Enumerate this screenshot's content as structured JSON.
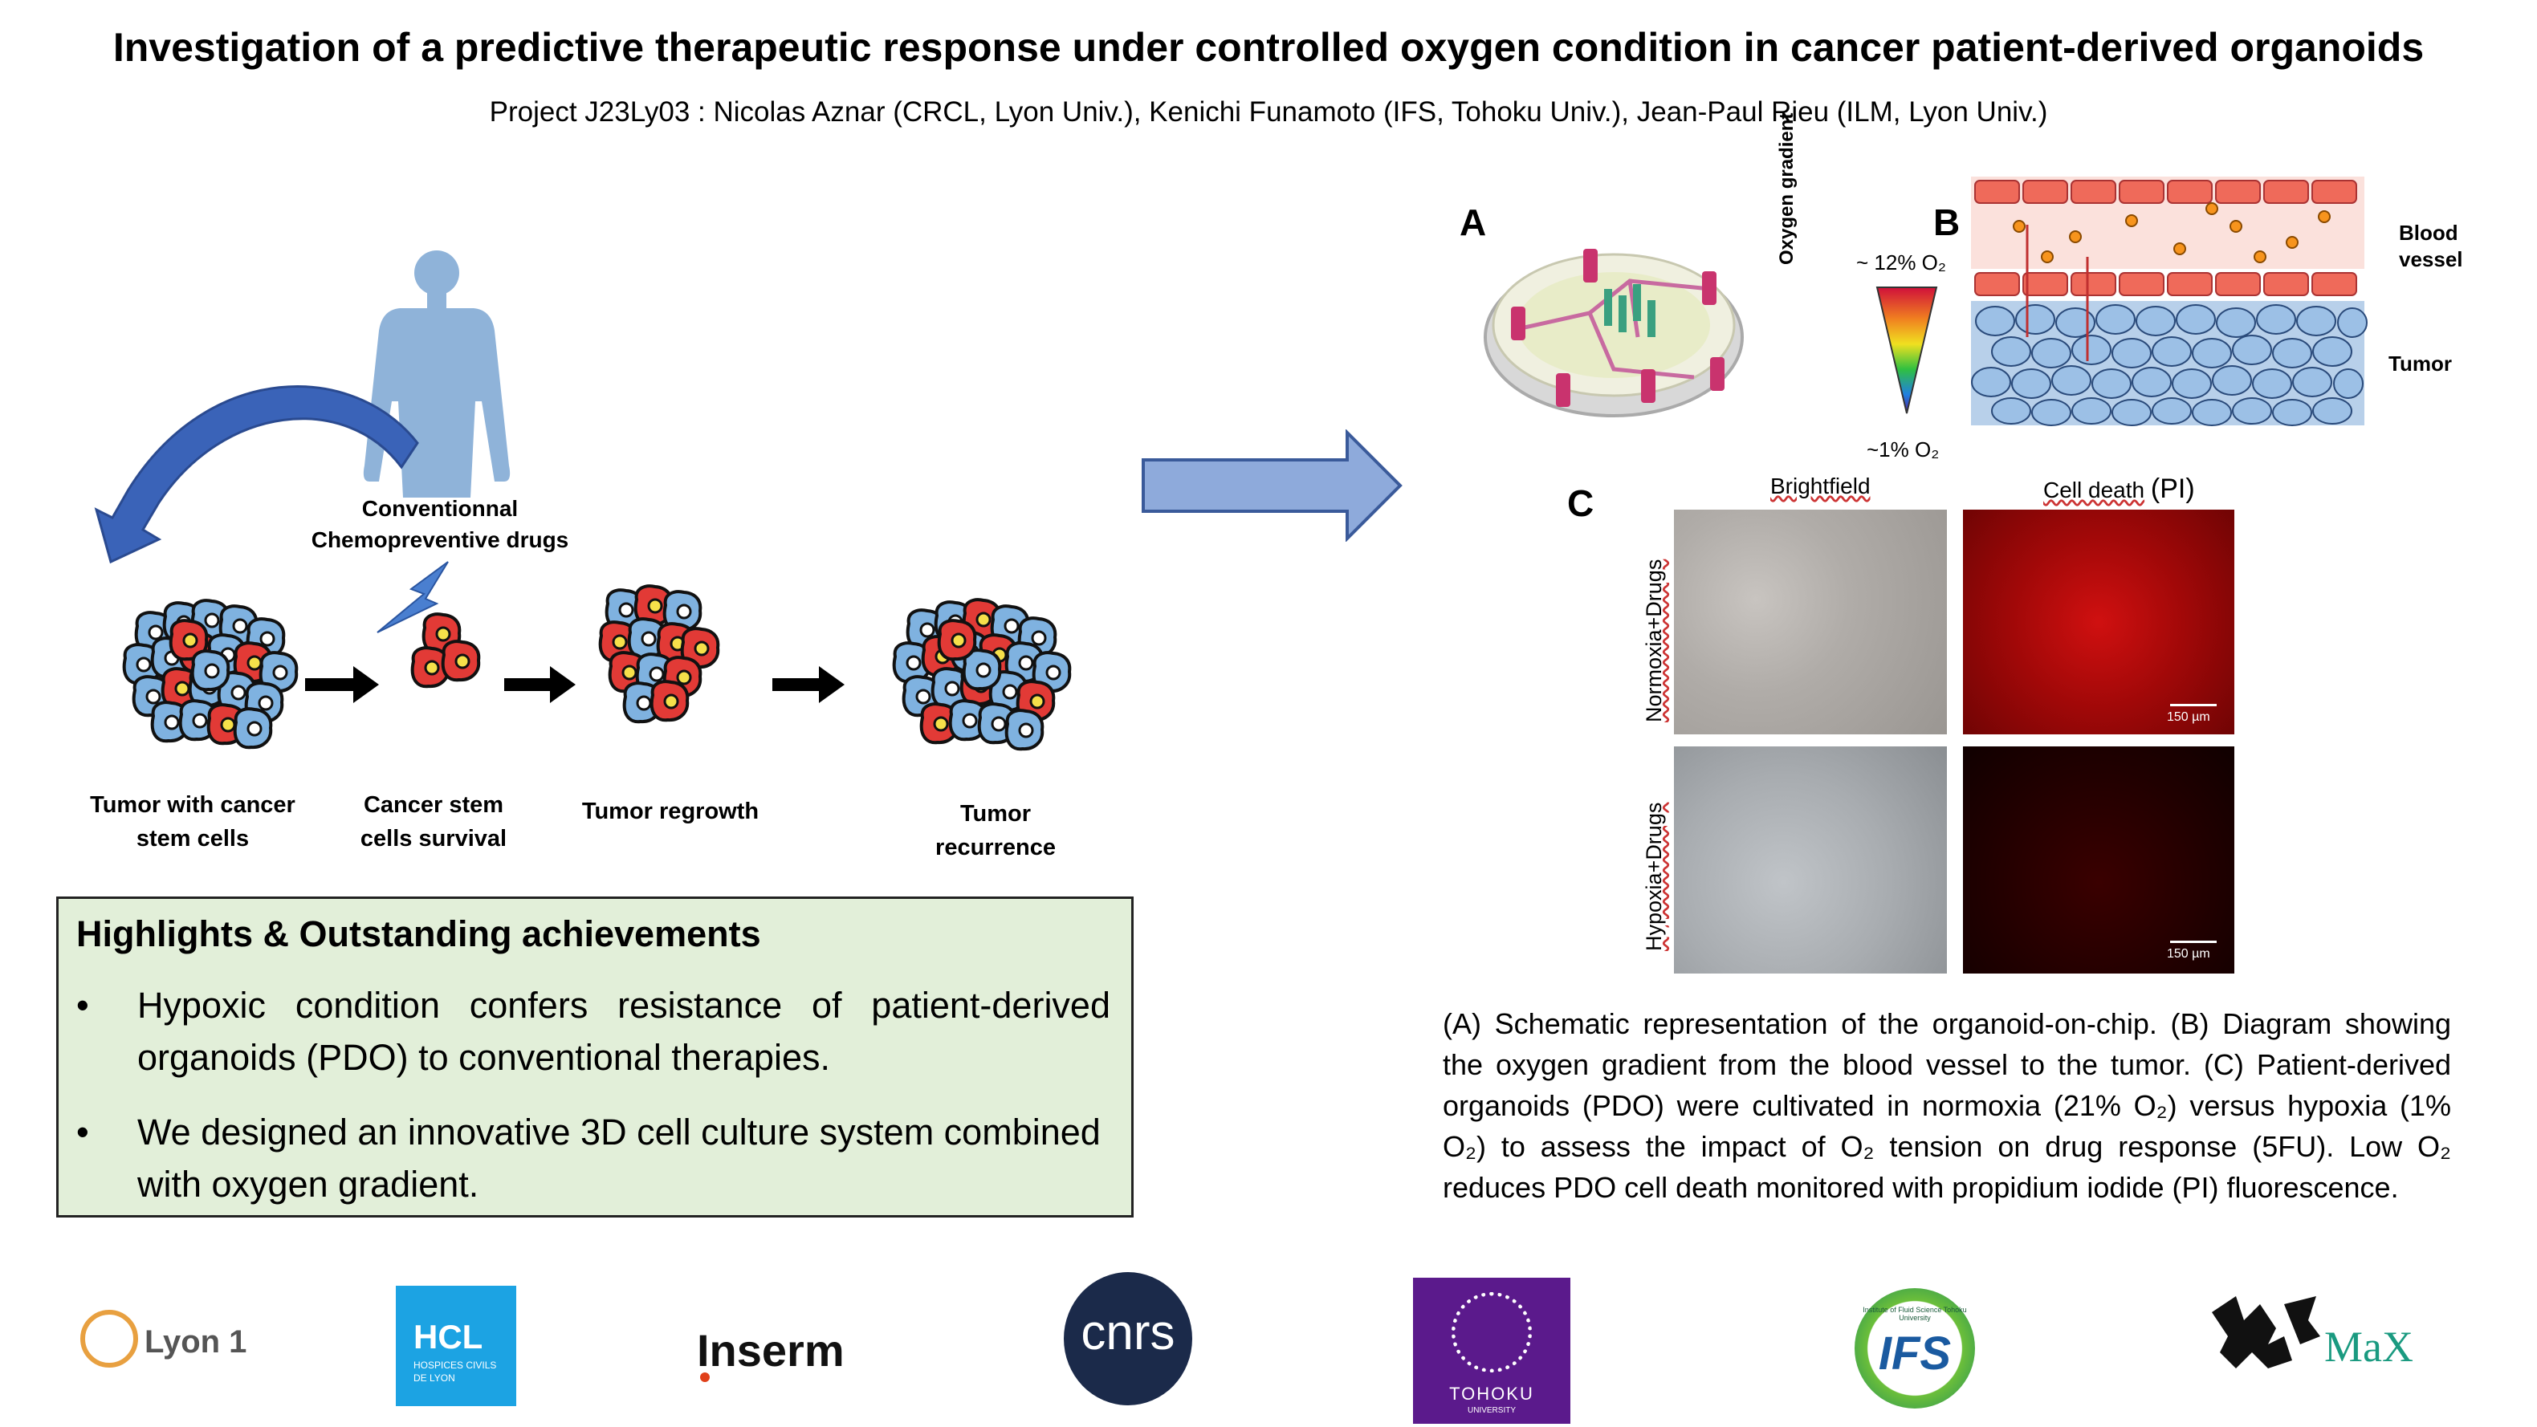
{
  "title": "Investigation of a predictive therapeutic response under controlled oxygen condition in cancer patient-derived organoids",
  "authors": "Project J23Ly03 : Nicolas Aznar (CRCL, Lyon Univ.), Kenichi Funamoto (IFS, Tohoku Univ.), Jean-Paul Rieu (ILM, Lyon Univ.)",
  "schematic": {
    "drug_line1": "Conventionnal",
    "drug_line2": "Chemopreventive drugs",
    "stages": [
      {
        "line1": "Tumor with cancer",
        "line2": "stem cells"
      },
      {
        "line1": "Cancer stem",
        "line2": "cells survival"
      },
      {
        "line1": "Tumor regrowth",
        "line2": ""
      },
      {
        "line1": "Tumor",
        "line2": "recurrence"
      }
    ]
  },
  "highlights": {
    "heading": "Highlights & Outstanding achievements",
    "items": [
      "Hypoxic condition confers resistance of patient-derived organoids (PDO) to conventional therapies.",
      "We designed an innovative 3D cell culture system combined with oxygen gradient."
    ]
  },
  "figure": {
    "panel_a": "A",
    "panel_b": "B",
    "panel_c": "C",
    "oxygen_gradient": "Oxygen gradient",
    "o2_high": "~ 12% O₂",
    "o2_low": "~1% O₂",
    "blood_vessel_1": "Blood",
    "blood_vessel_2": "vessel",
    "tumor": "Tumor",
    "brightfield": "Brightfield",
    "cell_death": "Cell death",
    "pi": "(PI)",
    "row1": "Normoxia+Drugs",
    "row2": "Hypoxia+Drugs",
    "scale1": "150 µm",
    "scale2": "150 µm"
  },
  "caption": "(A) Schematic representation of the organoid-on-chip. (B) Diagram showing the oxygen gradient from the blood vessel to the tumor. (C) Patient-derived organoids (PDO) were cultivated in normoxia (21% O₂) versus hypoxia (1% O₂) to assess the impact of O₂ tension on drug response (5FU). Low O₂ reduces PDO cell death monitored with propidium iodide (PI) fluorescence.",
  "logos": {
    "lyon1": "Lyon 1",
    "hcl": "HCL",
    "hcl_sub1": "HOSPICES CIVILS",
    "hcl_sub2": "DE LYON",
    "inserm": "Inserm",
    "cnrs": "cnrs",
    "tohoku": "TOHOKU",
    "tohoku_sub": "UNIVERSITY",
    "ifs": "IFS",
    "ifs_sub": "Institute of Fluid Science Tohoku University",
    "elytmax": "MaX"
  },
  "colors": {
    "highlight_bg": "#e2efd9",
    "arrow_blue": "#8eaadb",
    "cell_blue": "#7fb2e0",
    "cell_red": "#e23a36",
    "human_blue": "#8fb3d9"
  }
}
